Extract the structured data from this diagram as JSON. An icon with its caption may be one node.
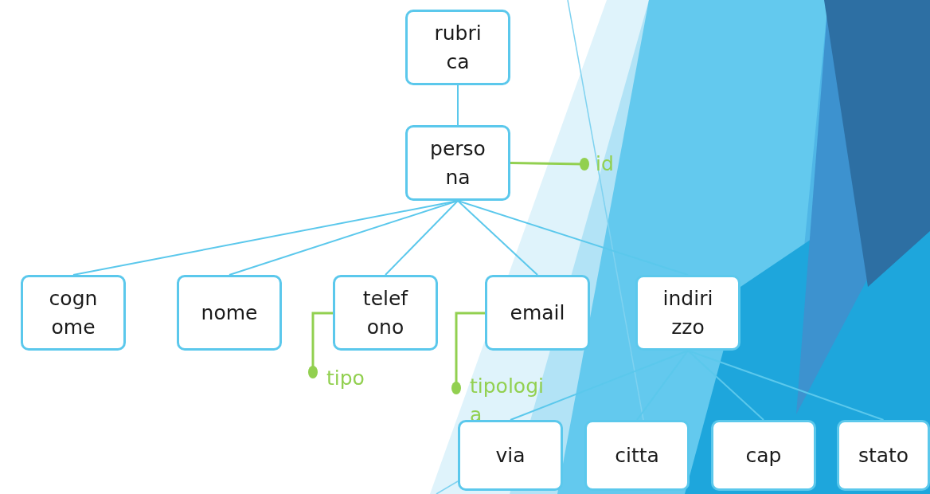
{
  "diagram": {
    "nodes": [
      {
        "text": [
          "rubri ca"
        ]
      },
      {
        "text": [
          "perso na"
        ]
      },
      {
        "text": [
          "id"
        ]
      },
      {
        "text": [
          "cogn ome"
        ]
      },
      {
        "text": [
          "nome"
        ]
      },
      {
        "text": [
          "telef ono"
        ]
      },
      {
        "text": [
          "email"
        ]
      },
      {
        "text": [
          "indiri zzo"
        ]
      },
      {
        "text": [
          "tipo"
        ]
      },
      {
        "text": [
          "tipologi a"
        ]
      },
      {
        "text": [
          "via"
        ]
      },
      {
        "text": [
          "citta"
        ]
      },
      {
        "text": [
          "cap"
        ]
      },
      {
        "text": [
          "stato"
        ]
      }
    ],
    "edges": [
      {
        "from": 0,
        "to": 1,
        "arrow": "none"
      },
      {
        "from": 1,
        "to": 2,
        "arrow": "other",
        "color": "#92d050"
      },
      {
        "from": 1,
        "to": 3,
        "arrow": "none"
      },
      {
        "from": 1,
        "to": 4,
        "arrow": "none"
      },
      {
        "from": 1,
        "to": 5,
        "arrow": "none"
      },
      {
        "from": 1,
        "to": 6,
        "arrow": "none"
      },
      {
        "from": 1,
        "to": 7,
        "arrow": "none"
      },
      {
        "from": 5,
        "to": 8,
        "arrow": "other",
        "color": "#92d050"
      },
      {
        "from": 6,
        "to": 9,
        "arrow": "other",
        "color": "#92d050"
      },
      {
        "from": 7,
        "to": 10,
        "arrow": "none"
      },
      {
        "from": 7,
        "to": 11,
        "arrow": "none"
      },
      {
        "from": 7,
        "to": 12,
        "arrow": "none"
      },
      {
        "from": 7,
        "to": 13,
        "arrow": "none"
      }
    ]
  }
}
